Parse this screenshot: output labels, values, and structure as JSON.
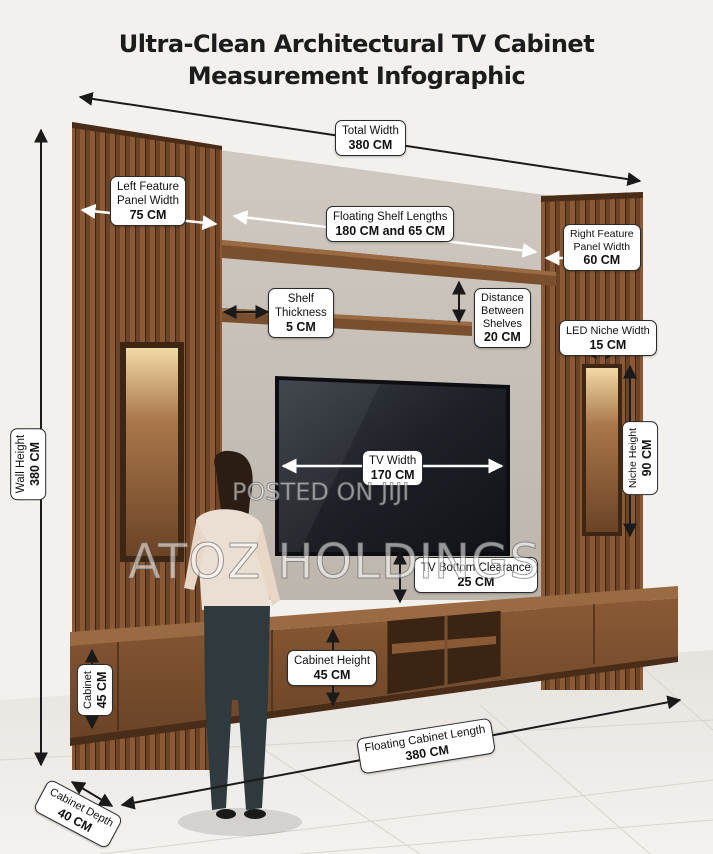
{
  "title": {
    "line1": "Ultra-Clean Architectural TV Cabinet",
    "line2": "Measurement Infographic"
  },
  "measurements": {
    "total_width": {
      "name": "Total Width",
      "value": "380 CM"
    },
    "left_panel": {
      "name1": "Left Feature",
      "name2": "Panel Width",
      "value": "75 CM"
    },
    "shelf_lengths": {
      "name": "Floating Shelf Lengths",
      "value": "180 CM and 65 CM"
    },
    "right_panel": {
      "name1": "Right Feature",
      "name2": "Panel Width",
      "value": "60 CM"
    },
    "shelf_thickness": {
      "name1": "Shelf",
      "name2": "Thickness",
      "value": "5 CM"
    },
    "shelf_distance": {
      "name1": "Distance",
      "name2": "Between",
      "name3": "Shelves",
      "value": "20 CM"
    },
    "led_niche_width": {
      "name": "LED Niche Width",
      "value": "15 CM"
    },
    "wall_height": {
      "name": "Wall Height",
      "value": "380 CM"
    },
    "tv_width": {
      "name": "TV Width",
      "value": "170 CM"
    },
    "niche_height": {
      "name": "Niche Height",
      "value": "90 CM"
    },
    "tv_clearance": {
      "name": "TV Bottom Clearance",
      "value": "25 CM"
    },
    "cabinet_height": {
      "name": "Cabinet Height",
      "value": "45 CM"
    },
    "cabinet_side": {
      "name": "Cabinet",
      "value": "45 CM"
    },
    "cabinet_length": {
      "name": "Floating Cabinet Length",
      "value": "380 CM"
    },
    "cabinet_depth": {
      "name": "Cabinet Depth",
      "value": "40 CM"
    }
  },
  "watermarks": {
    "posted": "POSTED ON JIJI",
    "brand": "ATOZ HOLDINGS"
  },
  "colors": {
    "wood_dark": "#5a3a22",
    "wood_mid": "#7a4f2e",
    "wood_light": "#9a6a42",
    "wall": "#c9c3bb",
    "tv": "#1b1d22"
  }
}
